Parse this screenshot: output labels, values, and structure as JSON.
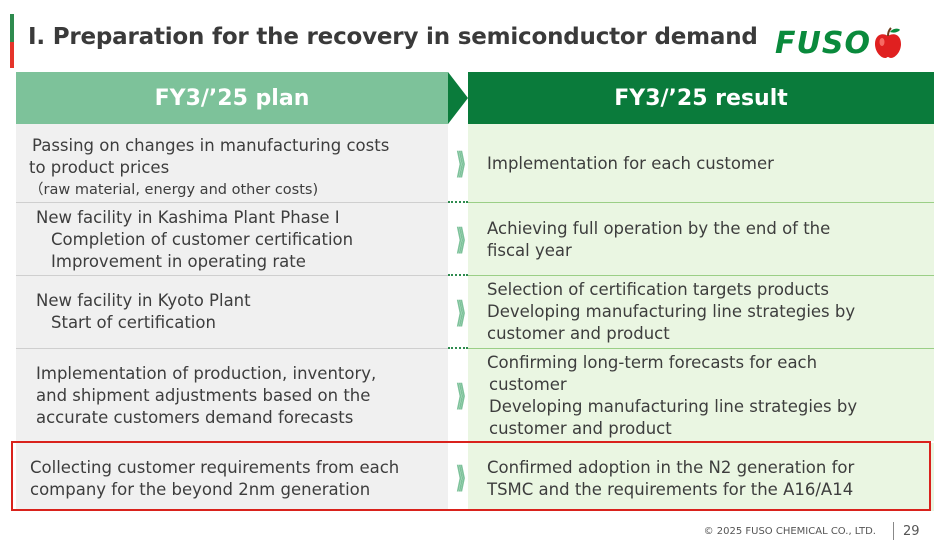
{
  "title": "Ⅰ. Preparation for the recovery in semiconductor demand",
  "logo": {
    "text": "FUSO",
    "icon": "apple-icon",
    "brand_color": "#0a8a3c",
    "apple_color": "#e02020"
  },
  "headers": {
    "plan": "FY3/’25 plan",
    "result": "FY3/’25 result"
  },
  "chevron": "⟩⟩⟩",
  "rows": [
    {
      "plan": [
        "Passing on changes in manufacturing costs",
        "to product prices",
        "（raw material, energy and other costs)"
      ],
      "result": [
        "Implementation for each customer"
      ]
    },
    {
      "plan": [
        "New facility in Kashima Plant Phase Ⅰ",
        "Completion of customer certification",
        "Improvement in operating rate"
      ],
      "result": [
        "Achieving full operation by the end of the",
        "fiscal year"
      ]
    },
    {
      "plan": [
        "New facility in Kyoto Plant",
        "Start of certification"
      ],
      "result": [
        "Selection of certification targets products",
        "Developing manufacturing line strategies by",
        "customer and product"
      ]
    },
    {
      "plan": [
        "Implementation of production, inventory,",
        "and shipment adjustments based on the",
        "accurate customers demand forecasts"
      ],
      "result": [
        "Confirming long-term forecasts for each",
        "customer",
        "Developing manufacturing line strategies by",
        "customer and product"
      ]
    },
    {
      "plan": [
        "Collecting customer requirements from each",
        "company for the beyond 2nm generation"
      ],
      "result": [
        "Confirmed adoption in the N2 generation for",
        "TSMC and the requirements for the A16/A14"
      ]
    }
  ],
  "footer": {
    "copyright": "© 2025 FUSO CHEMICAL CO., LTD.",
    "page_number": "29"
  },
  "colors": {
    "plan_header": "#7dc29a",
    "result_header": "#0a7b3b",
    "highlight_border": "#d9221c",
    "accent_bar": "#e5342a"
  }
}
